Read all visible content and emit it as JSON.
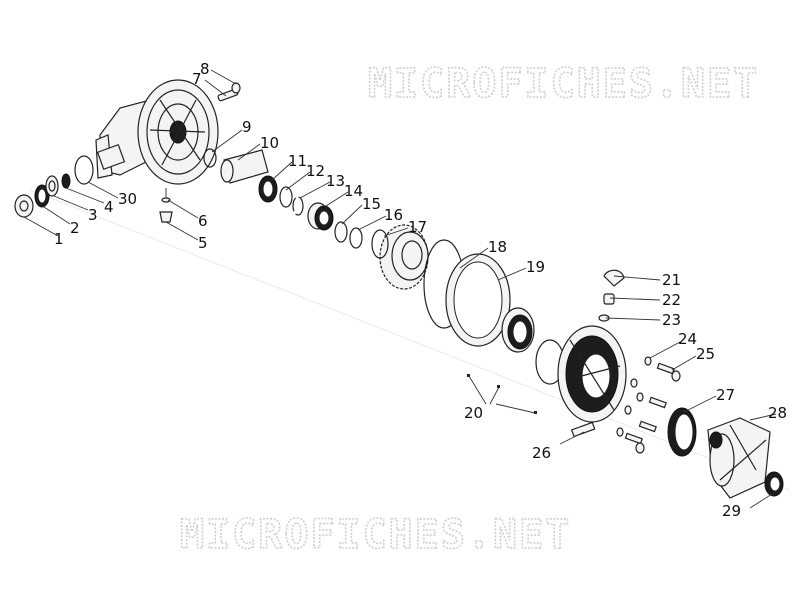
{
  "watermark": {
    "top": "MICROFICHES.NET",
    "bottom": "MICROFICHES.NET"
  },
  "callouts": [
    "1",
    "2",
    "3",
    "4",
    "5",
    "6",
    "7",
    "8",
    "9",
    "10",
    "11",
    "12",
    "13",
    "14",
    "15",
    "16",
    "17",
    "18",
    "19",
    "20",
    "21",
    "22",
    "23",
    "24",
    "25",
    "26",
    "27",
    "28",
    "29",
    "30"
  ]
}
